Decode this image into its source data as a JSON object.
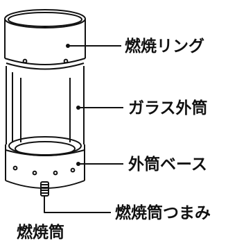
{
  "labels": {
    "ring": "燃焼リング",
    "glass": "ガラス外筒",
    "base": "外筒ベース",
    "knob": "燃焼筒つまみ",
    "caption": "燃焼筒"
  },
  "colors": {
    "line": "#111111",
    "background": "#ffffff"
  }
}
